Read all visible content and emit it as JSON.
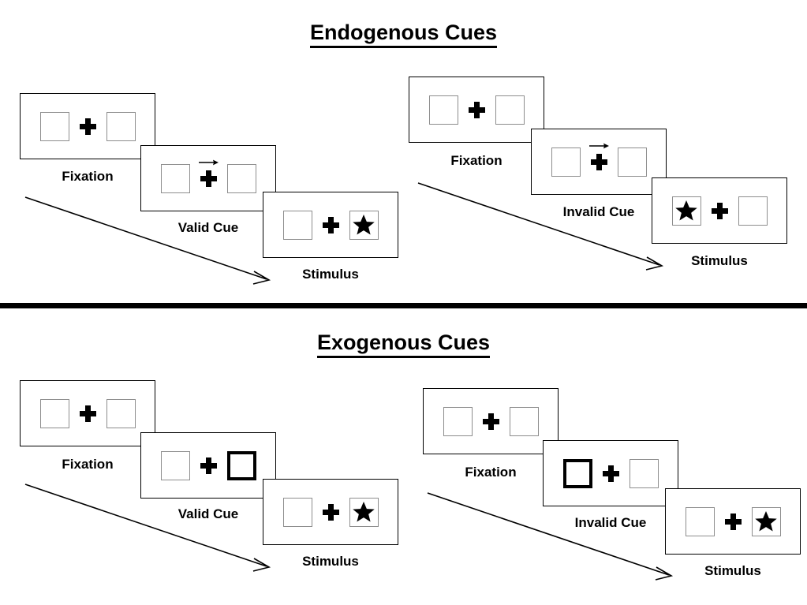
{
  "figure": {
    "title_top": "Endogenous Cues",
    "title_bottom": "Exogenous Cues",
    "colors": {
      "ink": "#000000",
      "box_outline": "#8d8d8d",
      "panel_outline": "#000000",
      "background": "#ffffff"
    }
  },
  "sections": [
    {
      "id": "endogenous",
      "title": "Endogenous Cues",
      "sequences": [
        {
          "id": "endogenous-valid",
          "condition": "Valid",
          "frames": [
            {
              "caption": "Fixation",
              "left_box": {
                "cued": false,
                "target": false
              },
              "right_box": {
                "cued": false,
                "target": false
              },
              "arrow_cue": "none"
            },
            {
              "caption": "Valid Cue",
              "left_box": {
                "cued": false,
                "target": false
              },
              "right_box": {
                "cued": false,
                "target": false
              },
              "arrow_cue": "right"
            },
            {
              "caption": "Stimulus",
              "left_box": {
                "cued": false,
                "target": false
              },
              "right_box": {
                "cued": false,
                "target": true
              },
              "arrow_cue": "none"
            }
          ]
        },
        {
          "id": "endogenous-invalid",
          "condition": "Invalid",
          "frames": [
            {
              "caption": "Fixation",
              "left_box": {
                "cued": false,
                "target": false
              },
              "right_box": {
                "cued": false,
                "target": false
              },
              "arrow_cue": "none"
            },
            {
              "caption": "Invalid Cue",
              "left_box": {
                "cued": false,
                "target": false
              },
              "right_box": {
                "cued": false,
                "target": false
              },
              "arrow_cue": "right"
            },
            {
              "caption": "Stimulus",
              "left_box": {
                "cued": false,
                "target": true
              },
              "right_box": {
                "cued": false,
                "target": false
              },
              "arrow_cue": "none"
            }
          ]
        }
      ]
    },
    {
      "id": "exogenous",
      "title": "Exogenous Cues",
      "sequences": [
        {
          "id": "exogenous-valid",
          "condition": "Valid",
          "frames": [
            {
              "caption": "Fixation",
              "left_box": {
                "cued": false,
                "target": false
              },
              "right_box": {
                "cued": false,
                "target": false
              },
              "arrow_cue": "none"
            },
            {
              "caption": "Valid Cue",
              "left_box": {
                "cued": false,
                "target": false
              },
              "right_box": {
                "cued": true,
                "target": false
              },
              "arrow_cue": "none"
            },
            {
              "caption": "Stimulus",
              "left_box": {
                "cued": false,
                "target": false
              },
              "right_box": {
                "cued": false,
                "target": true
              },
              "arrow_cue": "none"
            }
          ]
        },
        {
          "id": "exogenous-invalid",
          "condition": "Invalid",
          "frames": [
            {
              "caption": "Fixation",
              "left_box": {
                "cued": false,
                "target": false
              },
              "right_box": {
                "cued": false,
                "target": false
              },
              "arrow_cue": "none"
            },
            {
              "caption": "Invalid Cue",
              "left_box": {
                "cued": true,
                "target": false
              },
              "right_box": {
                "cued": false,
                "target": false
              },
              "arrow_cue": "none"
            },
            {
              "caption": "Stimulus",
              "left_box": {
                "cued": false,
                "target": false
              },
              "right_box": {
                "cued": false,
                "target": true
              },
              "arrow_cue": "none"
            }
          ]
        }
      ]
    }
  ],
  "labels": {
    "fixation": "Fixation",
    "valid_cue": "Valid Cue",
    "invalid_cue": "Invalid Cue",
    "stimulus": "Stimulus"
  },
  "icons": {
    "fixation_cross": "plus-icon",
    "target": "star-icon",
    "cue_arrow": "arrow-right-icon",
    "time_arrow": "time-arrow-icon"
  }
}
